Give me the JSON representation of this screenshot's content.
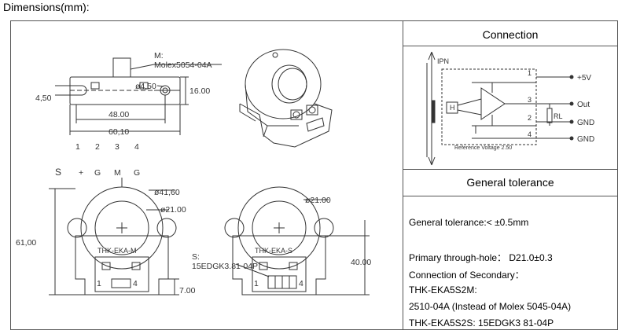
{
  "header": {
    "title": "Dimensions(mm):"
  },
  "top_view": {
    "connector_label_1": "M:",
    "connector_label_2": "Molex5054-04A",
    "hole_dia": "ø4,50",
    "height": "16.00",
    "left_hole": "4,50",
    "span_inner": "48.00",
    "span_outer": "60,10",
    "pins": [
      "1",
      "2",
      "3",
      "4"
    ]
  },
  "front_views": {
    "pin_signals": [
      "S",
      "+",
      "G",
      "M",
      "G"
    ],
    "outer_dia": "ø41,60",
    "inner_dia": "ø21.00",
    "inner_dia_right": "ø21.00",
    "height": "61,00",
    "base_height": "7.00",
    "side_height": "40.00",
    "model_m": "THK-EKA-M",
    "model_s": "THK-EKA-S",
    "s_label_1": "S:",
    "s_label_2": "15EDGK3.81-04P",
    "pin_1": "1",
    "pin_4": "4"
  },
  "connection": {
    "title": "Connection",
    "ipn": "IPN",
    "h": "H",
    "rl": "RL",
    "ref": "Reference Voltage 2.50",
    "pins": [
      "1",
      "3",
      "2",
      "4"
    ],
    "outs": [
      "+5V",
      "Out",
      "GND",
      "GND"
    ]
  },
  "tolerance": {
    "title": "General tolerance",
    "lines": [
      "General tolerance:< ±0.5mm",
      "Primary through-hole： D21.0±0.3",
      "Connection of Secondary：",
      " THK-EKA5S2M:",
      "2510-04A (Instead of Molex 5045-04A)",
      "THK-EKA5S2S: 15EDGK3 81-04P"
    ]
  },
  "colors": {
    "line": "#333333",
    "frame": "#555555"
  }
}
